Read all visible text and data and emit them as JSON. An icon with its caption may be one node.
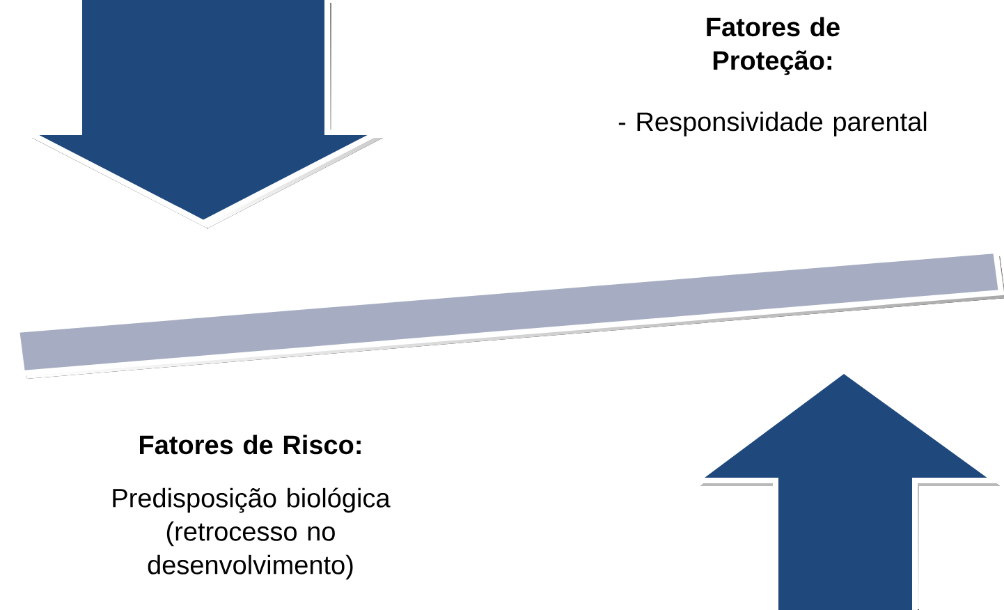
{
  "diagram": {
    "labels": [
      "Fatores de Proteção:",
      "- Responsividade parental",
      "Fatores de Risco:",
      "Predisposição biológica (retrocesso no desenvolvimento)"
    ]
  }
}
